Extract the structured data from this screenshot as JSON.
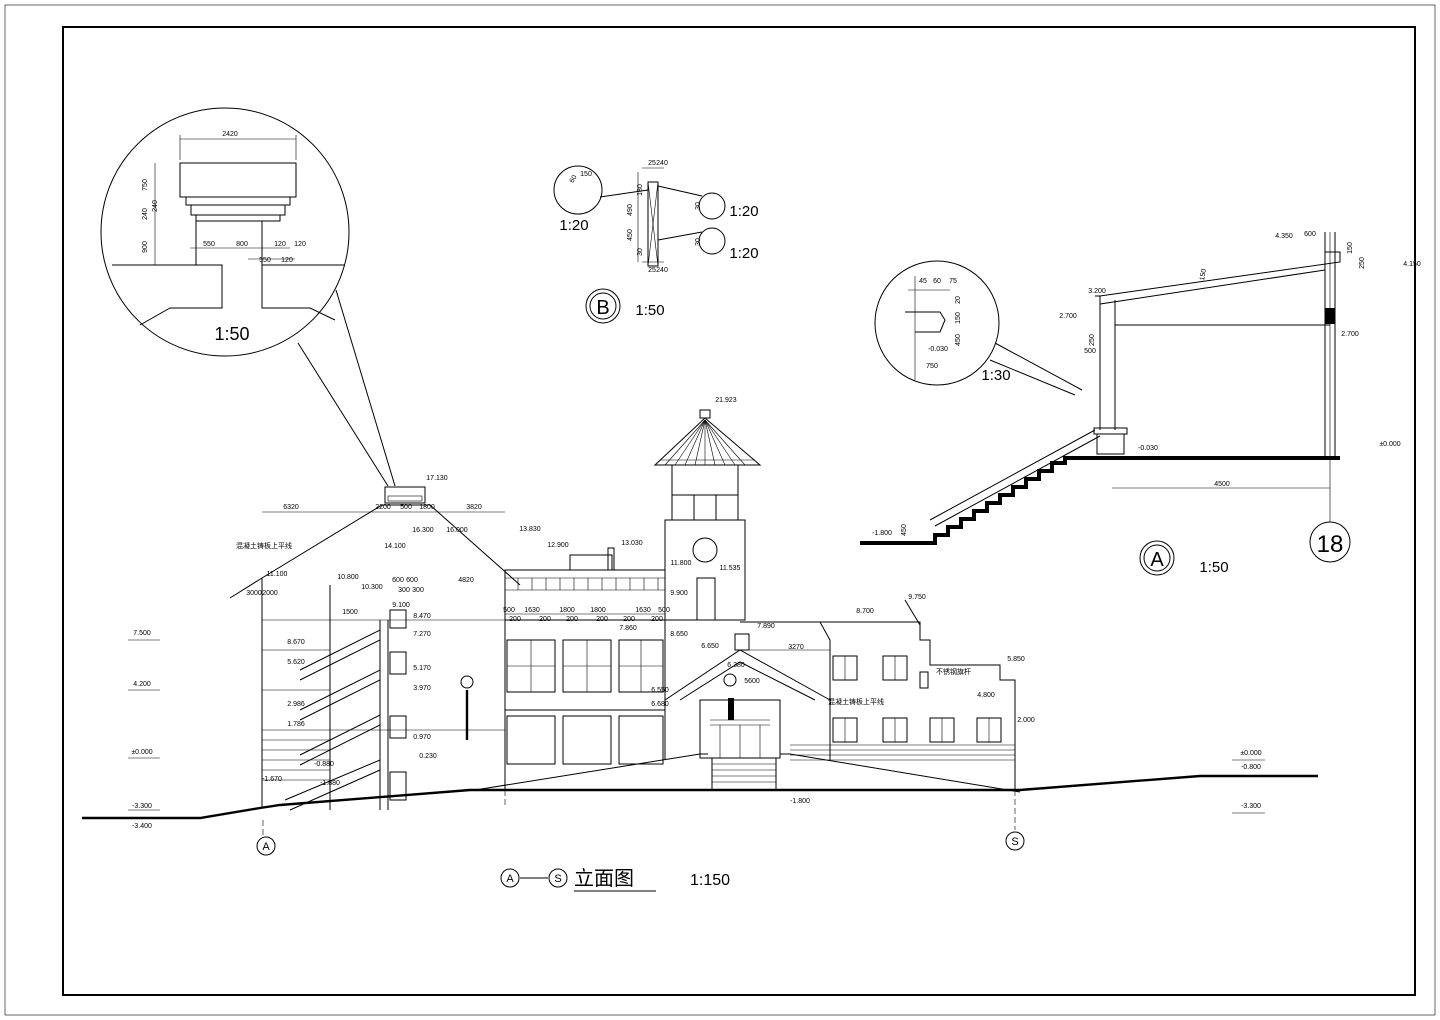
{
  "colors": {
    "ink": "#000000",
    "paper": "#ffffff"
  },
  "main": {
    "title_left": "A",
    "title_right": "S",
    "title_text": "立面图",
    "scale": "1:150",
    "axis_left": "A",
    "axis_right": "S",
    "note1": "混凝土铸板上平线",
    "note2": "混凝土铸板上平线",
    "note3": "不锈钢旗杆",
    "top_dims": [
      "6320",
      "2200",
      "500",
      "1800",
      "3820",
      "4820",
      "3270",
      "5600"
    ],
    "sub_dims": [
      "1500",
      "3000",
      "2000",
      "600",
      "600",
      "300",
      "300"
    ],
    "window_dims": [
      "500",
      "1630",
      "1800",
      "1800",
      "1630",
      "500",
      "200",
      "200",
      "200",
      "200",
      "200",
      "200"
    ],
    "elevations": {
      "e1": "17.130",
      "e2": "21.923",
      "e3": "13.830",
      "e4": "12.900",
      "e5": "13.030",
      "e6": "14.100",
      "e7": "16.000",
      "e8": "16.300",
      "e9": "11.100",
      "e10": "10.800",
      "e11": "10.300",
      "e12": "9.100",
      "e13": "8.470",
      "e14": "8.670",
      "e15": "7.270",
      "e16": "5.620",
      "e17": "5.170",
      "e18": "3.970",
      "e19": "2.986",
      "e20": "1.786",
      "e21": "0.970",
      "e22": "0.230",
      "e23": "-0.880",
      "e24": "-1.670",
      "e25": "-1.880",
      "e26": "11.800",
      "e27": "11.535",
      "e28": "9.900",
      "e29": "8.650",
      "e30": "7.860",
      "e31": "8.700",
      "e32": "9.750",
      "e33": "6.650",
      "e34": "7.890",
      "e35": "6.380",
      "e36": "5.850",
      "e37": "4.800",
      "e38": "2.000",
      "e39": "-1.800",
      "e40": "7.500",
      "e41": "4.200",
      "e42": "±0.000",
      "e43": "-3.300",
      "e44": "-3.400",
      "e45": "±0.000",
      "e46": "-0.800",
      "e47": "-3.300",
      "e48": "6.680",
      "e49": "6.550"
    }
  },
  "detail_circle": {
    "scale": "1:50",
    "dims": [
      "2420",
      "750",
      "240",
      "240",
      "900",
      "550",
      "800",
      "550",
      "120",
      "120",
      "120"
    ]
  },
  "detail_b": {
    "label": "B",
    "scale": "1:50",
    "sub_scales": [
      "1:20",
      "1:20",
      "1:20"
    ],
    "dims": [
      "25",
      "240",
      "180",
      "490",
      "450",
      "30",
      "25",
      "240",
      "60",
      "150",
      "30",
      "30"
    ]
  },
  "detail_a": {
    "label": "A",
    "scale": "1:50",
    "axis": "18",
    "inset_scale": "1:30",
    "dims": [
      "600",
      "250",
      "150",
      "500",
      "4500",
      "450",
      "45",
      "60",
      "75",
      "20",
      "150",
      "450",
      "750",
      "250",
      "150"
    ],
    "elevations": [
      "4.350",
      "4.150",
      "3.200",
      "2.700",
      "2.700",
      "-0.030",
      "±0.000",
      "-1.800",
      "-0.030"
    ]
  }
}
